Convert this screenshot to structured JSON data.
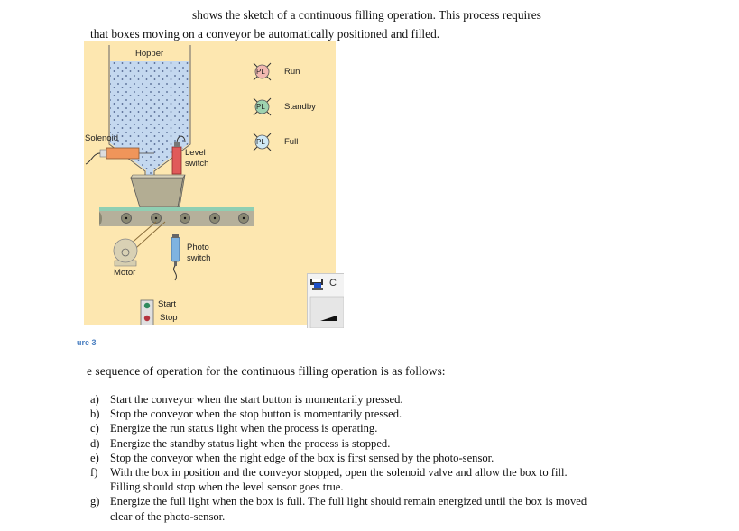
{
  "intro": {
    "line1": "shows the sketch of a continuous filling operation. This process requires",
    "line2": "that boxes moving on a conveyor be automatically positioned and filled."
  },
  "figure": {
    "background": "#fde7b0",
    "labels": {
      "hopper": "Hopper",
      "solenoid": "Solenoid",
      "level_switch_1": "Level",
      "level_switch_2": "switch",
      "photo_switch_1": "Photo",
      "photo_switch_2": "switch",
      "motor": "Motor",
      "start": "Start",
      "stop": "Stop"
    },
    "pilot_lights": [
      {
        "symbol": "PL",
        "label": "Run",
        "color": "#f2b8b0"
      },
      {
        "symbol": "PL",
        "label": "Standby",
        "color": "#9fd3b0"
      },
      {
        "symbol": "PL",
        "label": "Full",
        "color": "#cfe8f5"
      }
    ],
    "caption": "ure 3"
  },
  "sequence_intro": "e sequence of operation for the continuous filling operation is as follows:",
  "steps": [
    {
      "marker": "a)",
      "text": "Start the conveyor when the start button is momentarily pressed."
    },
    {
      "marker": "b)",
      "text": "Stop the conveyor when the stop button is momentarily pressed."
    },
    {
      "marker": "c)",
      "text": "Energize the run status light when the process is operating."
    },
    {
      "marker": "d)",
      "text": "Energize the standby status light when the process is stopped."
    },
    {
      "marker": "e)",
      "text": "Stop the conveyor when the right edge of the box is first sensed by the photo-sensor."
    },
    {
      "marker": "f)",
      "text": "With the box in position and the conveyor stopped, open the solenoid valve and allow the box to fill. Filling should stop when the level sensor goes true."
    },
    {
      "marker": "g)",
      "text": "Energize the full light when the box is full. The full light should remain energized until the box is moved clear of the photo-sensor."
    }
  ],
  "overlay_widget": {
    "icon": "computer-window-icon",
    "partial_text": "C"
  }
}
